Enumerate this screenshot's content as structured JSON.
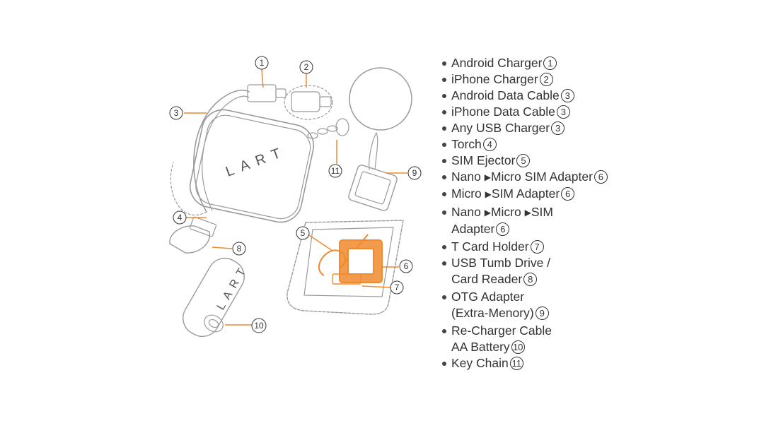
{
  "colors": {
    "accent": "#f08a2e",
    "outline": "#9a9a9a",
    "text": "#333333"
  },
  "callouts": {
    "c1": "1",
    "c2": "2",
    "c3": "3",
    "c4": "4",
    "c5": "5",
    "c6": "6",
    "c7": "7",
    "c8": "8",
    "c9": "9",
    "c10": "10",
    "c11": "11"
  },
  "logo_text": "LART",
  "features": [
    {
      "text": "Android Charger",
      "num": "1"
    },
    {
      "text": "iPhone Charger",
      "num": "2"
    },
    {
      "text": "Android Data Cable",
      "num": "3"
    },
    {
      "text": "iPhone Data Cable",
      "num": "3"
    },
    {
      "text": "Any USB Charger",
      "num": "3"
    },
    {
      "text": "Torch",
      "num": "4"
    },
    {
      "text": "SIM Ejector",
      "num": "5"
    },
    {
      "a": "Nano",
      "b": "Micro SIM Adapter",
      "num": "6"
    },
    {
      "a": "Micro",
      "b": "SIM Adapter",
      "num": "6"
    },
    {
      "a": "Nano",
      "b": "Micro",
      "c": "SIM",
      "line2": "Adapter",
      "num": "6"
    },
    {
      "text": "T Card Holder",
      "num": "7"
    },
    {
      "line1": "USB Tumb Drive /",
      "line2": "Card Reader",
      "num": "8"
    },
    {
      "line1": "OTG Adapter",
      "line2": "(Extra-Menory)",
      "num": "9"
    },
    {
      "line1": "Re-Charger Cable",
      "line2": "AA Battery",
      "num": "10"
    },
    {
      "text": "Key Chain",
      "num": "11"
    }
  ]
}
